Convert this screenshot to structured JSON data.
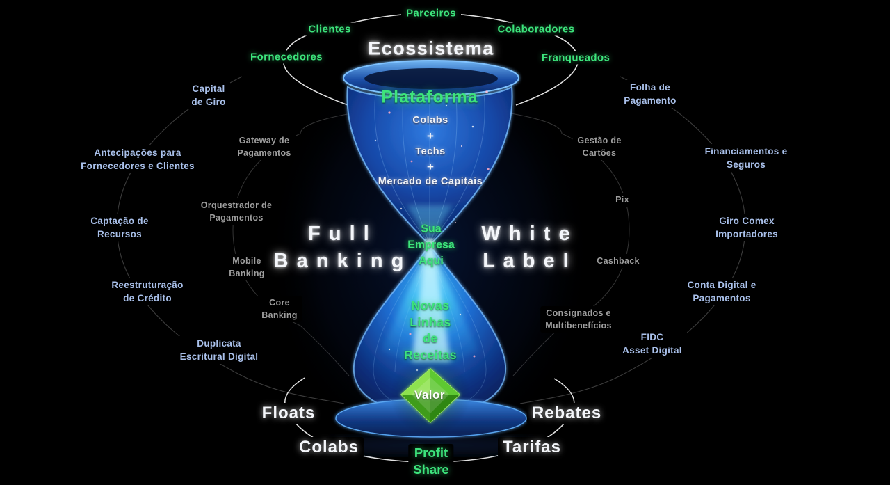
{
  "ecosystem": {
    "title": "Ecossistema",
    "nodes": [
      "Parceiros",
      "Clientes",
      "Colaboradores",
      "Fornecedores",
      "Franqueados"
    ]
  },
  "funnel_top": {
    "title": "Plataforma",
    "items": [
      "Colabs",
      "+",
      "Techs",
      "+",
      "Mercado de Capitais"
    ]
  },
  "center": {
    "full_banking": [
      "F u l l",
      "B a n k i n g"
    ],
    "white_label": [
      "W h i t e",
      "L a b e l"
    ],
    "your_company": [
      "Sua",
      "Empresa",
      "Aqui"
    ]
  },
  "funnel_bottom": {
    "new_revenue_lines": [
      "Novas",
      "Linhas",
      "de",
      "Receitas"
    ],
    "gem_label": "Valor"
  },
  "bottom_ring": {
    "floats": "Floats",
    "colabs": "Colabs",
    "rebates": "Rebates",
    "tarifas": "Tarifas",
    "profit_share": [
      "Profit",
      "Share"
    ]
  },
  "left_outer": [
    [
      "Capital",
      "de Giro"
    ],
    [
      "Antecipações para",
      "Fornecedores e Clientes"
    ],
    [
      "Captação de",
      "Recursos"
    ],
    [
      "Reestruturação",
      "de Crédito"
    ],
    [
      "Duplicata",
      "Escritural Digital"
    ]
  ],
  "left_inner": [
    [
      "Gateway de",
      "Pagamentos"
    ],
    [
      "Orquestrador de",
      "Pagamentos"
    ],
    [
      "Mobile",
      "Banking"
    ],
    [
      "Core",
      "Banking"
    ]
  ],
  "right_outer": [
    [
      "Folha de",
      "Pagamento"
    ],
    [
      "Financiamentos e",
      "Seguros"
    ],
    [
      "Giro Comex",
      "Importadores"
    ],
    [
      "Conta Digital e",
      "Pagamentos"
    ],
    [
      "FIDC",
      "Asset Digital"
    ]
  ],
  "right_inner": [
    [
      "Gestão de",
      "Cartões"
    ],
    [
      "Pix"
    ],
    [
      "Cashback"
    ],
    [
      "Consignados e",
      "Multibenefícios"
    ]
  ],
  "colors": {
    "accent_green": "#3de47c",
    "outer_label_blue": "#a9c0ea",
    "inner_label_gray": "#9e9e9e",
    "hourglass_blue": "#1d5dd0",
    "neck_cyan": "#4fd8ff",
    "gem_green": "#57c829",
    "background": "#000000"
  }
}
